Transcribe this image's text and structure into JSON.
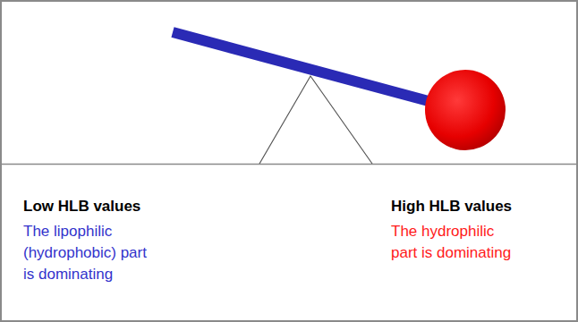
{
  "diagram": {
    "labels": [
      "Low HLB values",
      "The lipophilic (hydrophobic) part is dominating",
      "High HLB values",
      "The hydrophilic part is dominating"
    ]
  }
}
